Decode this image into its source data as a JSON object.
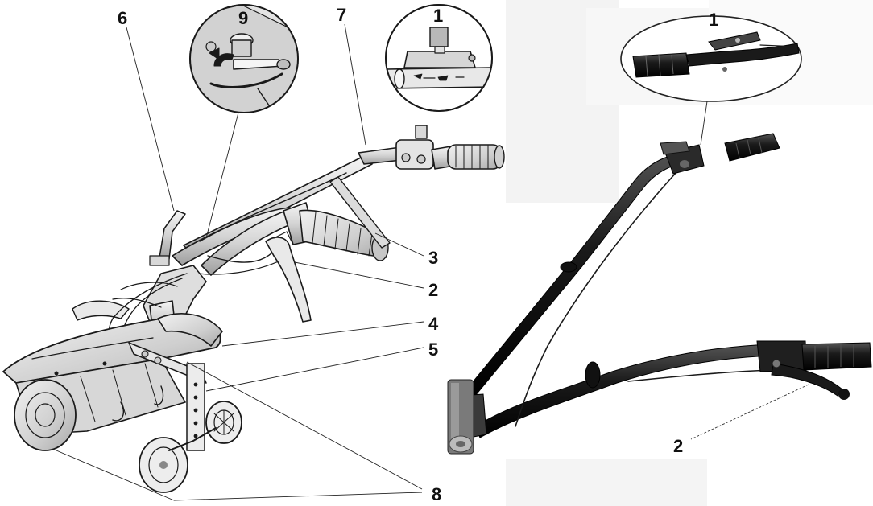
{
  "labels": {
    "left": {
      "n1": "1",
      "n2": "2",
      "n3": "3",
      "n4": "4",
      "n5": "5",
      "n6": "6",
      "n7": "7",
      "n8": "8",
      "n9": "9"
    },
    "right": {
      "n1": "1",
      "n2": "2"
    }
  },
  "colors": {
    "ink": "#1a1a1a",
    "metal_light": "#e6e6e6",
    "metal_mid": "#bdbdbd",
    "handlebar_black": "#151515",
    "grip_dark": "#2a2a2a",
    "backdrop_grey": "#f1f1f1"
  }
}
